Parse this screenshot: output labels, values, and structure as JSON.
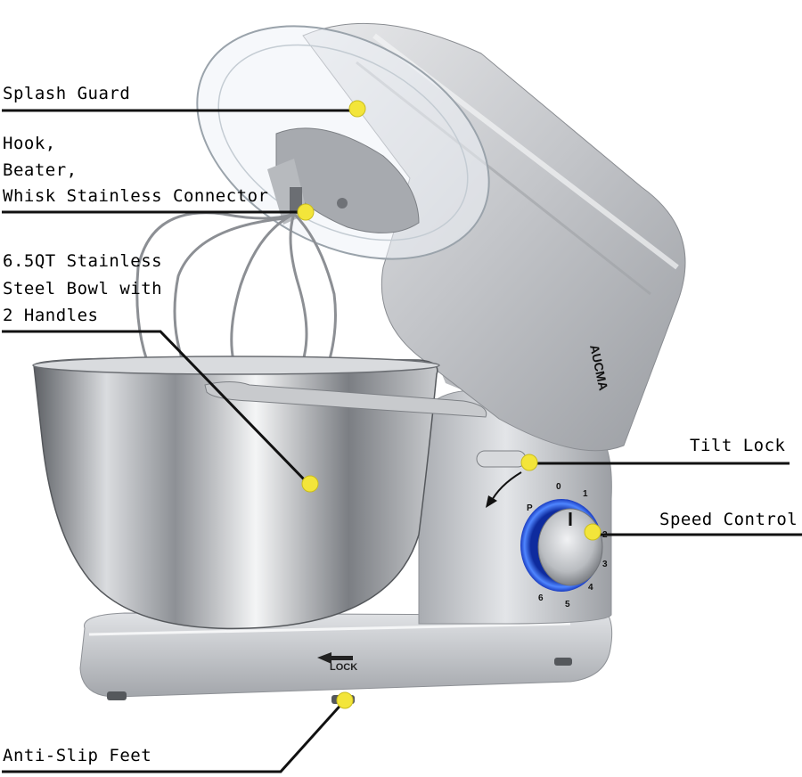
{
  "brand": "AUCMA",
  "base_marking": "LOCK",
  "dial_marks": [
    "0",
    "1",
    "P",
    "2",
    "3",
    "4",
    "5",
    "6"
  ],
  "callouts": {
    "splash_guard": "Splash Guard",
    "connector_line1": "Hook,",
    "connector_line2": "Beater,",
    "connector_line3": "Whisk Stainless Connector",
    "bowl_line1": "6.5QT Stainless",
    "bowl_line2": "Steel Bowl with",
    "bowl_line3": "2 Handles",
    "tilt_lock": "Tilt Lock",
    "speed_control": "Speed Control",
    "anti_slip_feet": "Anti-Slip Feet"
  },
  "colors": {
    "marker": "#f3e53a",
    "knob_ring": "#2f5fe0",
    "body": "#c4c6ca"
  }
}
